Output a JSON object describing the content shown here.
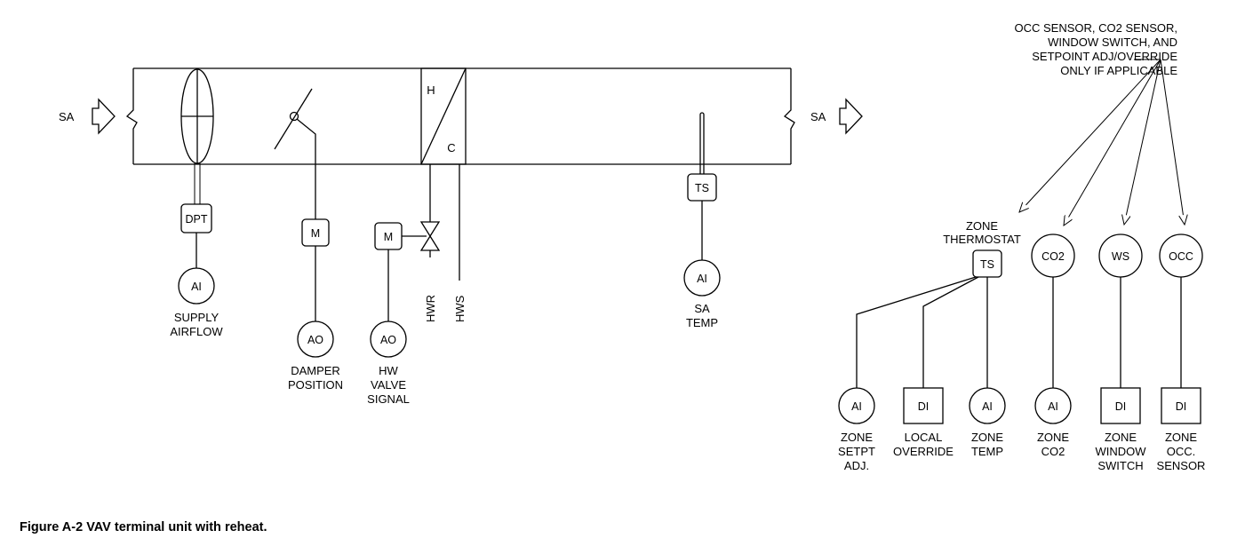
{
  "duct": {
    "inlet_label": "SA",
    "outlet_label": "SA",
    "coil_heat_label": "H",
    "coil_cool_label": "C"
  },
  "devices": {
    "dpt": "DPT",
    "damper_motor": "M",
    "valve_motor": "M",
    "sa_ts": "TS",
    "zone_ts": "TS",
    "co2": "CO2",
    "ws": "WS",
    "occ": "OCC"
  },
  "pipes": {
    "hwr": "HWR",
    "hws": "HWS"
  },
  "points": {
    "supply_airflow": {
      "type": "AI",
      "label": [
        "SUPPLY",
        "AIRFLOW"
      ]
    },
    "damper_position": {
      "type": "AO",
      "label": [
        "DAMPER",
        "POSITION"
      ]
    },
    "hw_valve_signal": {
      "type": "AO",
      "label": [
        "HW",
        "VALVE",
        "SIGNAL"
      ]
    },
    "sa_temp": {
      "type": "AI",
      "label": [
        "SA",
        "TEMP"
      ]
    },
    "zone_setpt_adj": {
      "type": "AI",
      "label": [
        "ZONE",
        "SETPT",
        "ADJ."
      ]
    },
    "local_override": {
      "type": "DI",
      "label": [
        "LOCAL",
        "OVERRIDE"
      ]
    },
    "zone_temp": {
      "type": "AI",
      "label": [
        "ZONE",
        "TEMP"
      ]
    },
    "zone_co2": {
      "type": "AI",
      "label": [
        "ZONE",
        "CO2"
      ]
    },
    "zone_window_switch": {
      "type": "DI",
      "label": [
        "ZONE",
        "WINDOW",
        "SWITCH"
      ]
    },
    "zone_occ_sensor": {
      "type": "DI",
      "label": [
        "ZONE",
        "OCC.",
        "SENSOR"
      ]
    }
  },
  "zone_thermostat_label": [
    "ZONE",
    "THERMOSTAT"
  ],
  "note": [
    "OCC SENSOR, CO2 SENSOR,",
    "WINDOW SWITCH, AND",
    "SETPOINT ADJ/OVERRIDE",
    "ONLY IF APPLICABLE"
  ],
  "caption": "Figure A-2  VAV terminal unit with reheat."
}
